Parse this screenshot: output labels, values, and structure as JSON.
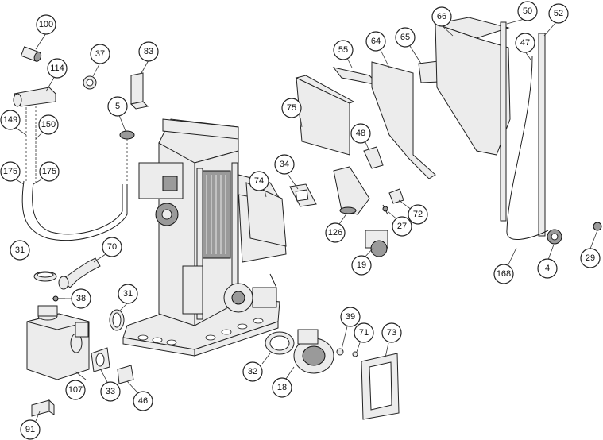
{
  "callouts": [
    "100",
    "114",
    "37",
    "83",
    "149",
    "150",
    "5",
    "175",
    "175",
    "66",
    "50",
    "52",
    "55",
    "64",
    "65",
    "47",
    "75",
    "48",
    "34",
    "74",
    "72",
    "27",
    "126",
    "19",
    "31",
    "70",
    "168",
    "4",
    "29",
    "38",
    "31",
    "39",
    "71",
    "73",
    "107",
    "33",
    "46",
    "32",
    "18",
    "91"
  ]
}
